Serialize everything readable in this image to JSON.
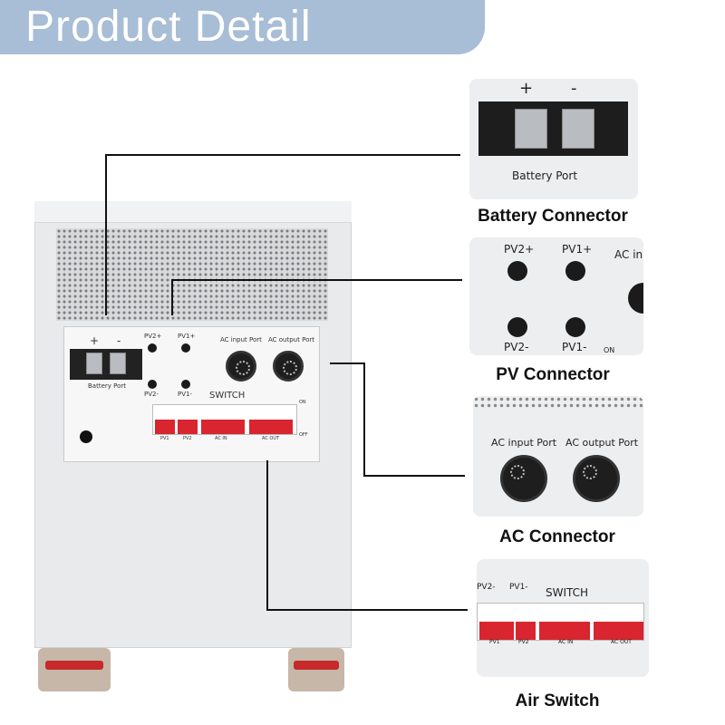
{
  "header": {
    "title": "Product Detail"
  },
  "panel": {
    "plus": "+",
    "minus": "-",
    "battery_port": "Battery Port",
    "pv2_plus": "PV2+",
    "pv1_plus": "PV1+",
    "pv2_minus": "PV2-",
    "pv1_minus": "PV1-",
    "ac_input": "AC input Port",
    "ac_output": "AC output Port",
    "switch": "SWITCH",
    "on": "ON",
    "off": "OFF",
    "breaker_labels": [
      "PV1",
      "PV2",
      "AC IN",
      "AC OUT"
    ]
  },
  "callouts": [
    {
      "caption": "Battery Connector",
      "thumb_text": "Battery Port",
      "plus": "+",
      "minus": "-"
    },
    {
      "caption": "PV Connector",
      "labels": [
        "PV2+",
        "PV1+",
        "AC in",
        "PV2-",
        "PV1-",
        "ON"
      ]
    },
    {
      "caption": "AC Connector",
      "labels": [
        "AC input Port",
        "AC output Port"
      ]
    },
    {
      "caption": "Air Switch",
      "labels": [
        "PV2-",
        "PV1-",
        "SWITCH",
        "PV1",
        "PV2",
        "AC IN",
        "AC OUT"
      ]
    }
  ]
}
